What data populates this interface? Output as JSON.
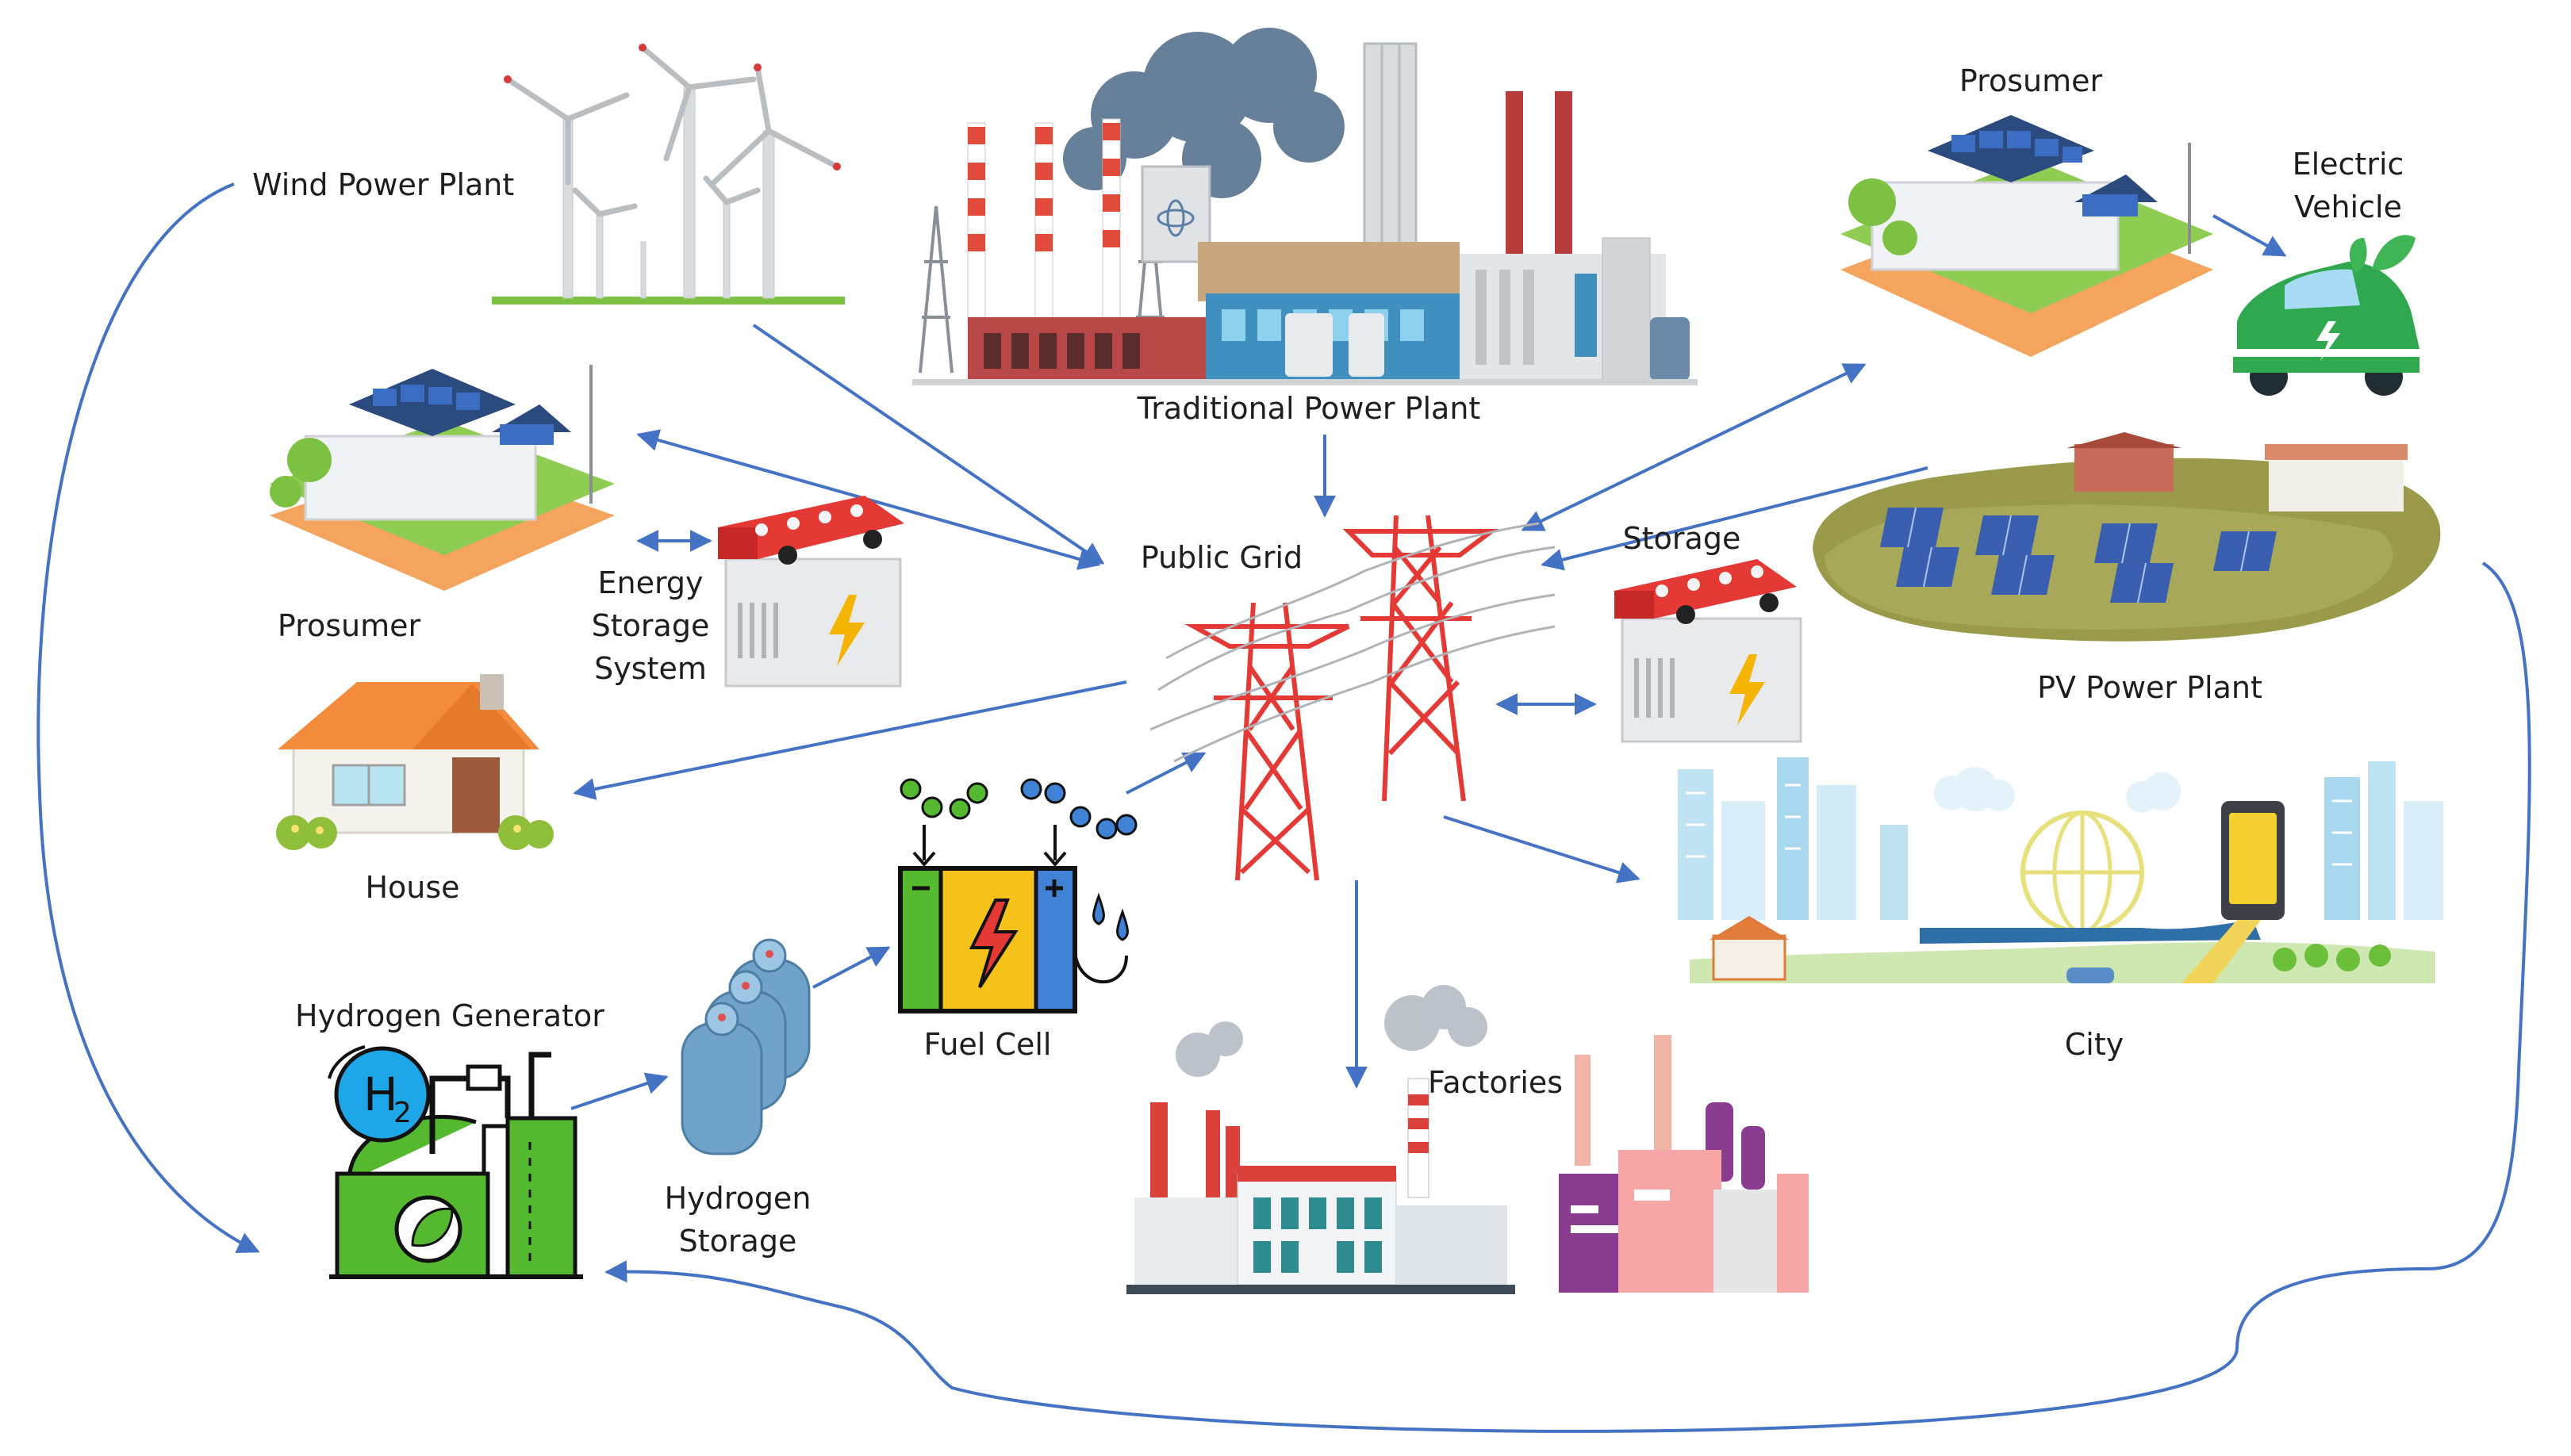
{
  "labels": {
    "wind_power_plant": "Wind Power Plant",
    "traditional_power_plant": "Traditional Power Plant",
    "prosumer_top": "Prosumer",
    "electric_vehicle_line1": "Electric",
    "electric_vehicle_line2": "Vehicle",
    "prosumer_left": "Prosumer",
    "energy_storage_line1": "Energy",
    "energy_storage_line2": "Storage",
    "energy_storage_line3": "System",
    "public_grid": "Public Grid",
    "storage": "Storage",
    "pv_power_plant": "PV Power Plant",
    "house": "House",
    "city": "City",
    "fuel_cell": "Fuel Cell",
    "hydrogen_generator": "Hydrogen Generator",
    "h2_symbol": "H",
    "h2_subscript": "2",
    "hydrogen_storage_line1": "Hydrogen",
    "hydrogen_storage_line2": "Storage",
    "factories": "Factories"
  },
  "colors": {
    "arrow": "#4472c4",
    "tower": "#e53935",
    "battery_top": "#e53935",
    "solar_panel": "#3b5fb0",
    "grass": "#7cc142",
    "hydrogen_green": "#55b92f",
    "h2_circle": "#1ea7e8",
    "tank": "#6fa3c9",
    "smoke": "#5a7a99"
  },
  "icons": [
    "wind-turbine-icon",
    "power-plant-icon",
    "solar-house-icon",
    "electric-car-icon",
    "battery-icon",
    "transmission-tower-icon",
    "solar-farm-icon",
    "house-icon",
    "city-icon",
    "fuel-cell-icon",
    "hydrogen-generator-icon",
    "gas-cylinder-icon",
    "factory-icon"
  ]
}
